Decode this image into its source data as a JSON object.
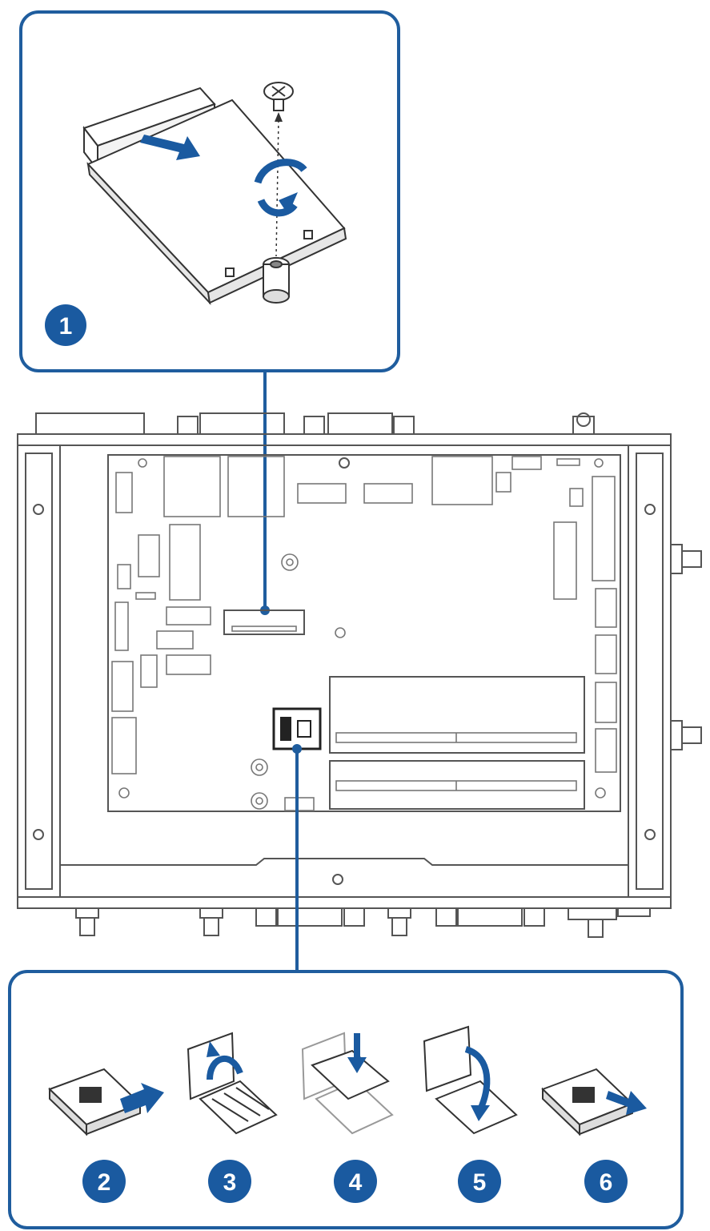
{
  "colors": {
    "accent": "#1a5aa0",
    "callout_border": "#1f5d9e",
    "line": "#555555",
    "light_line": "#9a9a9a",
    "background": "#ffffff"
  },
  "steps": [
    {
      "num": "1",
      "label": "step-1"
    },
    {
      "num": "2",
      "label": "step-2"
    },
    {
      "num": "3",
      "label": "step-3"
    },
    {
      "num": "4",
      "label": "step-4"
    },
    {
      "num": "5",
      "label": "step-5"
    },
    {
      "num": "6",
      "label": "step-6"
    }
  ],
  "icons": [
    "screw-icon",
    "rotate-arrow-icon",
    "slide-arrow-icon",
    "sim-tray-icon"
  ]
}
